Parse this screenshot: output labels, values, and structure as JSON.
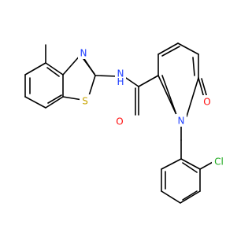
{
  "molecule": {
    "atom_labels": [
      {
        "id": "N_thiazole",
        "text": "N",
        "color": "#1f3fff"
      },
      {
        "id": "S_thiazole",
        "text": "S",
        "color": "#c8a400"
      },
      {
        "id": "NH_amide",
        "text": "N",
        "color": "#1f3fff"
      },
      {
        "id": "H_amide",
        "text": "H",
        "color": "#1f3fff"
      },
      {
        "id": "O_amide",
        "text": "O",
        "color": "#ff0d0d"
      },
      {
        "id": "N_pyridone",
        "text": "N",
        "color": "#1f3fff"
      },
      {
        "id": "O_pyridone",
        "text": "O",
        "color": "#ff0d0d"
      },
      {
        "id": "Cl_aryl",
        "text": "Cl",
        "color": "#1aa81a"
      }
    ],
    "bond_color": "#000000"
  }
}
